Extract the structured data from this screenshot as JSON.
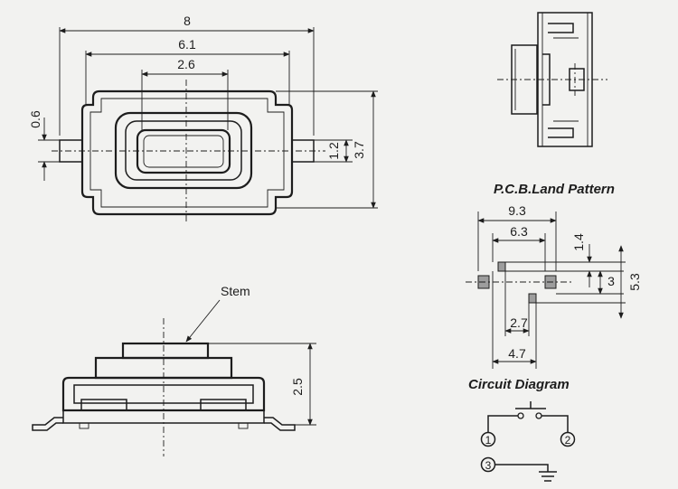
{
  "top_view": {
    "dim_total_length": "8",
    "dim_body_length": "6.1",
    "dim_stem_length": "2.6",
    "dim_terminal_thickness": "0.6",
    "dim_terminal_width": "1.2",
    "dim_body_width": "3.7"
  },
  "side_view": {
    "stem_label": "Stem",
    "dim_height": "2.5"
  },
  "pcb_land_pattern": {
    "title": "P.C.B.Land Pattern",
    "dim_outer_span": "9.3",
    "dim_inner_span": "6.3",
    "dim_pad_size": "1.4",
    "dim_pad_pitch": "3",
    "dim_total_height": "5.3",
    "dim_center_span": "2.7",
    "dim_ground_span": "4.7"
  },
  "circuit_diagram": {
    "title": "Circuit Diagram",
    "terminal_1": "1",
    "terminal_2": "2",
    "terminal_3": "3"
  }
}
